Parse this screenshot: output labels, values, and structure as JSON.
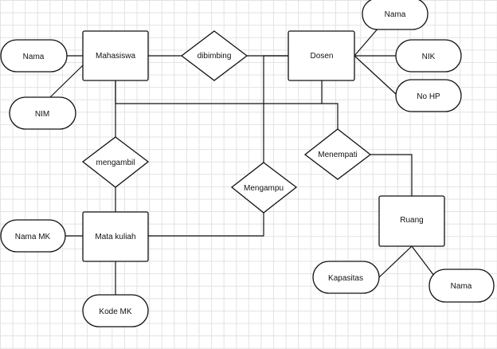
{
  "entities": {
    "mahasiswa": "Mahasiswa",
    "dosen": "Dosen",
    "mata_kuliah": "Mata kuliah",
    "ruang": "Ruang"
  },
  "relationships": {
    "dibimbing": "dibimbing",
    "mengambil": "mengambil",
    "mengampu": "Mengampu",
    "menempati": "Menempati"
  },
  "attributes": {
    "mahasiswa_nama": "Nama",
    "mahasiswa_nim": "NIM",
    "dosen_nama": "Nama",
    "dosen_nik": "NIK",
    "dosen_nohp": "No HP",
    "matakuliah_nama": "Nama MK",
    "matakuliah_kode": "Kode MK",
    "ruang_kapasitas": "Kapasitas",
    "ruang_nama": "Nama"
  }
}
